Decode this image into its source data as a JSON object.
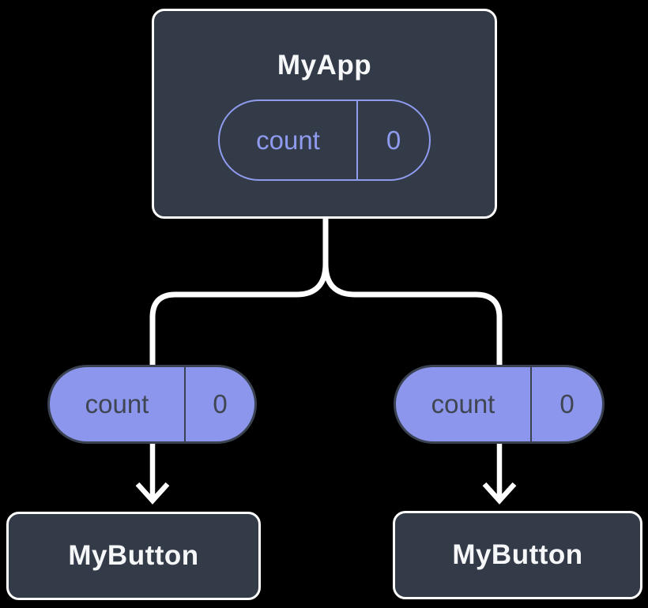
{
  "diagram": {
    "type": "component-tree",
    "root": {
      "title": "MyApp",
      "state_pill": {
        "name": "count",
        "value": "0"
      }
    },
    "left_pill": {
      "name": "count",
      "value": "0"
    },
    "right_pill": {
      "name": "count",
      "value": "0"
    },
    "left_child": {
      "title": "MyButton"
    },
    "right_child": {
      "title": "MyButton"
    },
    "icons": {
      "left_arrow": "down-arrow",
      "right_arrow": "down-arrow"
    },
    "colors": {
      "background": "#000000",
      "node_fill": "#333A48",
      "node_border": "#FFFFFF",
      "node_text": "#F6F7F9",
      "pill_fill": "#8B96EC",
      "pill_outline": "#8F9BEF",
      "pill_dark_text": "#3F4551",
      "pill_dark_border": "#3A4150",
      "connector": "#FFFFFF"
    }
  }
}
